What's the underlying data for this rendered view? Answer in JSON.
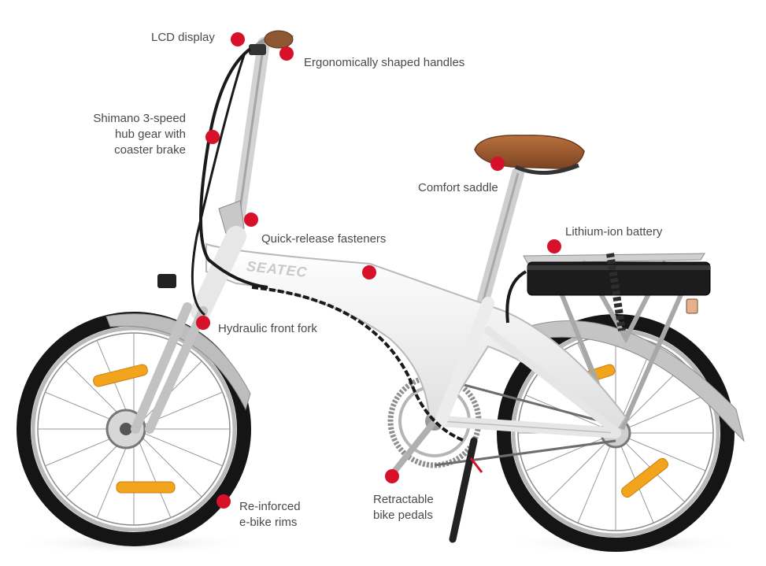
{
  "colors": {
    "marker": "#d8112a",
    "label_text": "#4a4a4a",
    "frame": "#f1f1f1",
    "tire": "#1a1a1a",
    "saddle": "#9c5a30",
    "reflector": "#f2a41c"
  },
  "frame_logo": "SEATEC",
  "features": [
    {
      "id": "lcd-display",
      "lines": [
        "LCD display"
      ]
    },
    {
      "id": "ergonomic-handles",
      "lines": [
        "Ergonomically shaped handles"
      ]
    },
    {
      "id": "hub-gear",
      "lines": [
        "Shimano 3-speed",
        "hub gear with",
        "coaster brake"
      ]
    },
    {
      "id": "comfort-saddle",
      "lines": [
        "Comfort saddle"
      ]
    },
    {
      "id": "quick-release",
      "lines": [
        "Quick-release fasteners"
      ]
    },
    {
      "id": "lithium-battery",
      "lines": [
        "Lithium-ion battery"
      ]
    },
    {
      "id": "hydraulic-fork",
      "lines": [
        "Hydraulic front fork"
      ]
    },
    {
      "id": "reinforced-rims",
      "lines": [
        "Re-inforced",
        "e-bike rims"
      ]
    },
    {
      "id": "retractable-pedals",
      "lines": [
        "Retractable",
        "bike pedals"
      ]
    }
  ]
}
